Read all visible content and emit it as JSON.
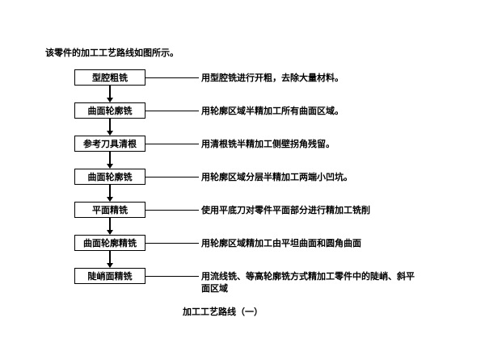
{
  "intro_text": "该零件的加工工艺路线如图所示。",
  "steps": [
    {
      "label": "型腔粗铣",
      "note": "用型腔铣进行开粗，去除大量材料。"
    },
    {
      "label": "曲面轮廓铣",
      "note": "用轮廓区域半精加工所有曲面区域。"
    },
    {
      "label": "参考刀具清根",
      "note": "用清根铣半精加工侧壁拐角残留。"
    },
    {
      "label": "曲面轮廓铣",
      "note": "用轮廓区域分层半精加工两端小凹坑。"
    },
    {
      "label": "平面精铣",
      "note": "使用平底刀对零件平面部分进行精加工铣削"
    },
    {
      "label": "曲面轮廓精铣",
      "note": "用轮廓区域精加工由平坦曲面和圆角曲面"
    },
    {
      "label": "陡峭面精铣",
      "note": "用流线铣、等高轮廓铣方式精加工零件中的陡峭、斜平面区域"
    }
  ],
  "caption": "加工工艺路线（一）"
}
